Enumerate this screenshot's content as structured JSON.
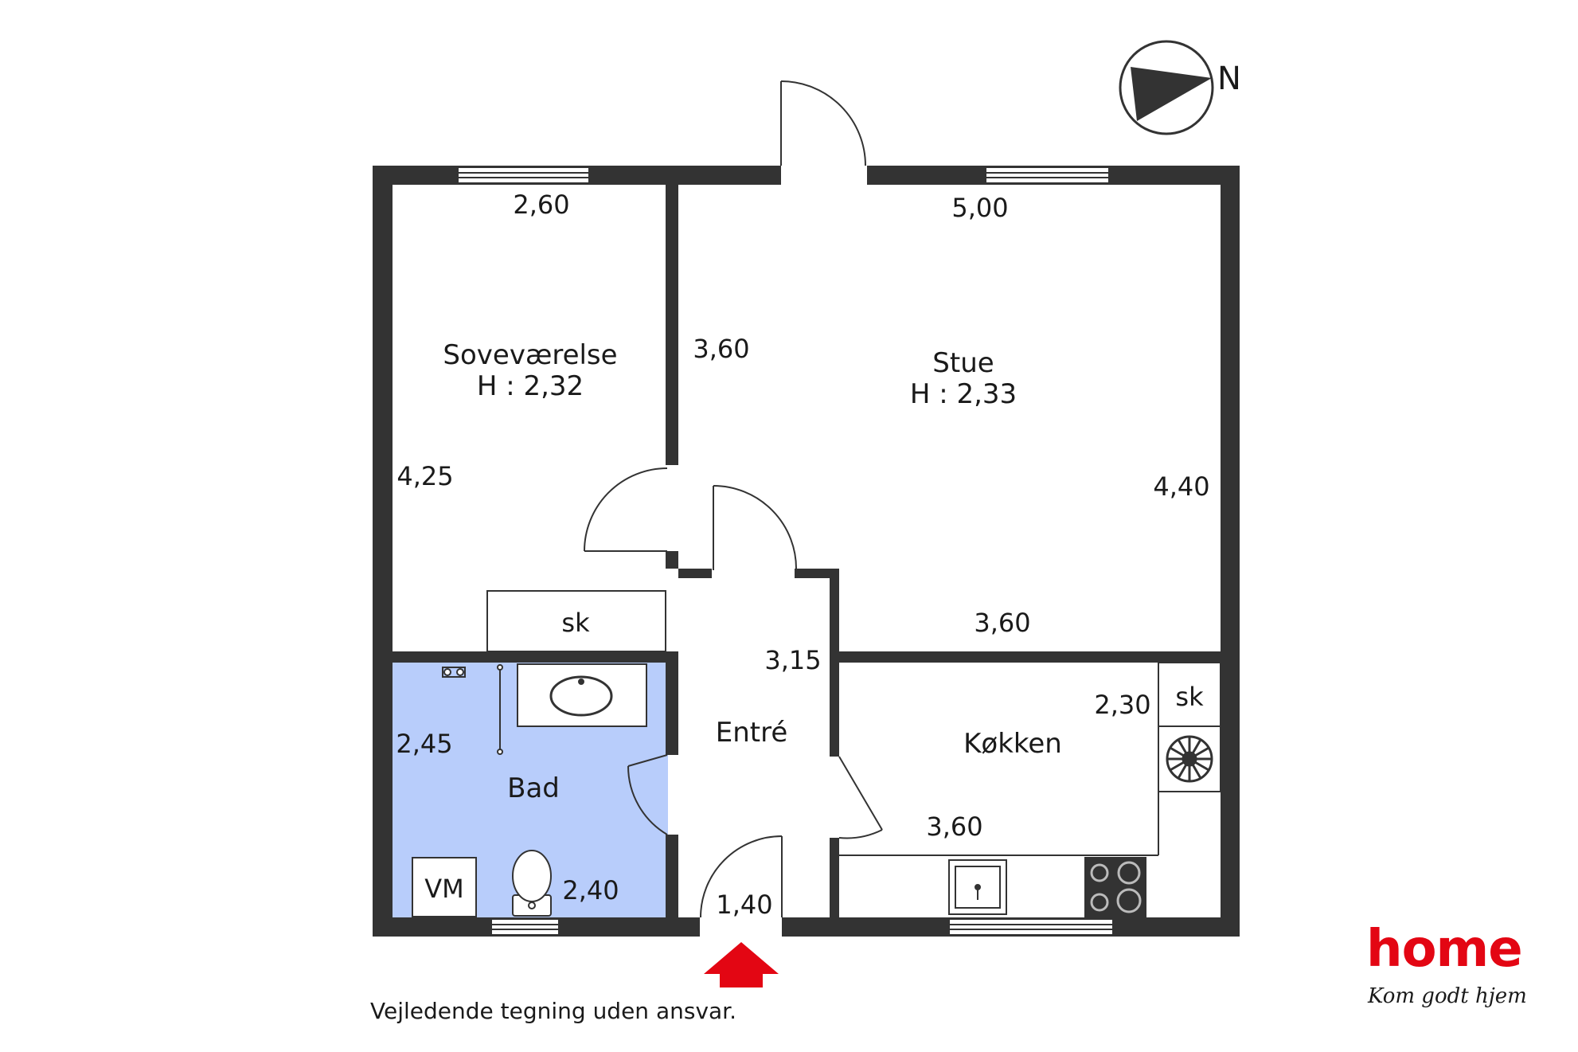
{
  "rooms": {
    "bedroom": {
      "name": "Soveværelse",
      "height": "H : 2,32"
    },
    "living": {
      "name": "Stue",
      "height": "H : 2,33"
    },
    "entry": {
      "name": "Entré"
    },
    "bath": {
      "name": "Bad"
    },
    "kitchen": {
      "name": "Køkken"
    }
  },
  "dimensions": {
    "bedroom_width": "2,60",
    "bedroom_length": "4,25",
    "living_width_top": "5,00",
    "living_left_length": "3,60",
    "living_right_length": "4,40",
    "living_bottom_width": "3,60",
    "entry_length": "3,15",
    "entry_door_width": "1,40",
    "bath_length": "2,45",
    "bath_width": "2,40",
    "kitchen_length": "2,30",
    "kitchen_width": "3,60"
  },
  "fixtures": {
    "bedroom_closet": "sk",
    "kitchen_closet": "sk",
    "washing_machine": "VM"
  },
  "compass": {
    "label": "N"
  },
  "disclaimer": "Vejledende tegning uden ansvar.",
  "brand": {
    "wordmark": "home",
    "tagline": "Kom godt hjem",
    "color": "#e30613"
  },
  "colors": {
    "wall": "#333333",
    "bath_fill": "#b8cdfb",
    "entry_arrow": "#e30613"
  }
}
